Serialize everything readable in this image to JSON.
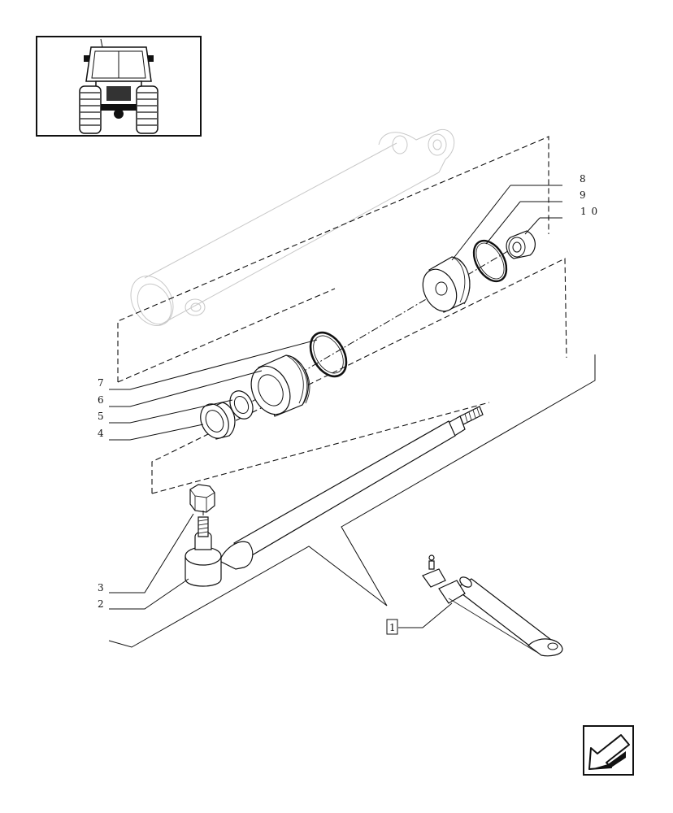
{
  "callouts": [
    {
      "id": "c1",
      "text": "1",
      "boxed": true
    },
    {
      "id": "c2",
      "text": "2"
    },
    {
      "id": "c3",
      "text": "3"
    },
    {
      "id": "c4",
      "text": "4"
    },
    {
      "id": "c5",
      "text": "5"
    },
    {
      "id": "c6",
      "text": "6"
    },
    {
      "id": "c7",
      "text": "7"
    },
    {
      "id": "c8",
      "text": "8"
    },
    {
      "id": "c9",
      "text": "9"
    },
    {
      "id": "c10",
      "text": "1 0"
    }
  ],
  "icons": {
    "thumbnail": "tractor-rear-view-icon",
    "navigation": "arrow-back-left-icon"
  },
  "colors": {
    "line": "#111111",
    "ghost": "#c8c8c8",
    "background": "#ffffff"
  }
}
